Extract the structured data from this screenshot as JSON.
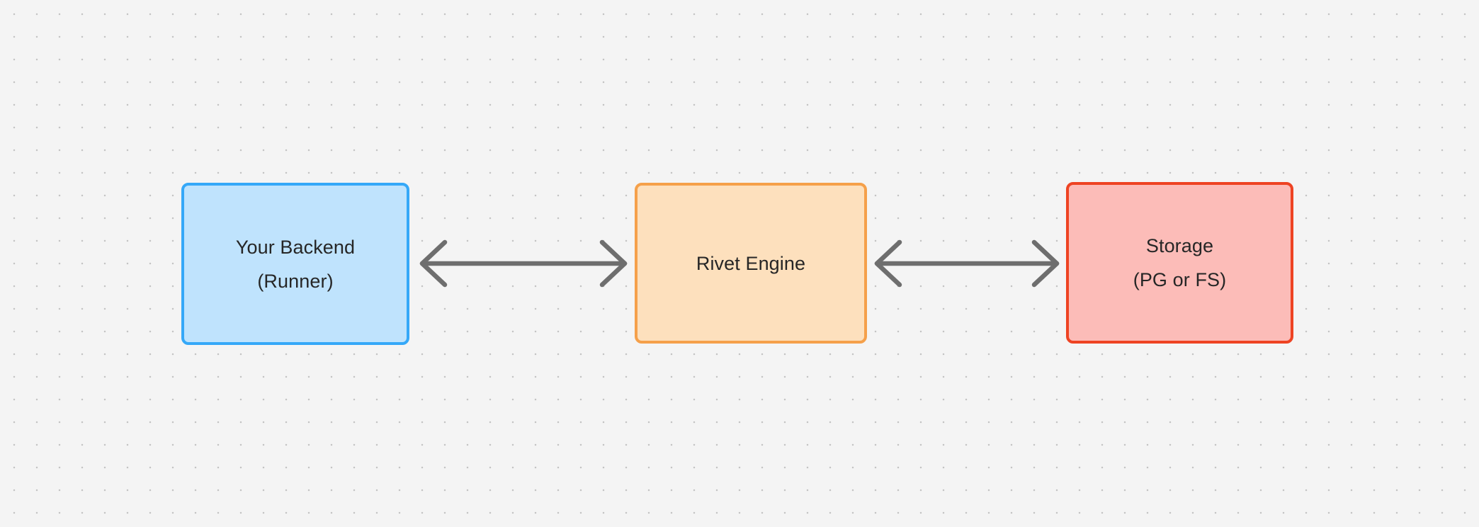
{
  "diagram": {
    "background": {
      "fill": "#f4f4f4",
      "dot_color": "#c4c4c4",
      "pattern": "dot-grid"
    },
    "nodes": [
      {
        "id": "backend",
        "label": "Your Backend\n(Runner)",
        "fill": "#bfe3fd",
        "stroke": "#35a8f8",
        "shape": "rounded-rectangle"
      },
      {
        "id": "engine",
        "label": "Rivet Engine",
        "fill": "#fde0bd",
        "stroke": "#f5a04a",
        "shape": "rounded-rectangle"
      },
      {
        "id": "storage",
        "label": "Storage\n(PG or FS)",
        "fill": "#fcbcb8",
        "stroke": "#ee4323",
        "shape": "rounded-rectangle"
      }
    ],
    "edges": [
      {
        "id": "backend-engine",
        "from": "backend",
        "to": "engine",
        "label": "",
        "arrow": "double",
        "color": "#6e6e6e"
      },
      {
        "id": "engine-storage",
        "from": "engine",
        "to": "storage",
        "label": "",
        "arrow": "double",
        "color": "#6e6e6e"
      }
    ]
  }
}
